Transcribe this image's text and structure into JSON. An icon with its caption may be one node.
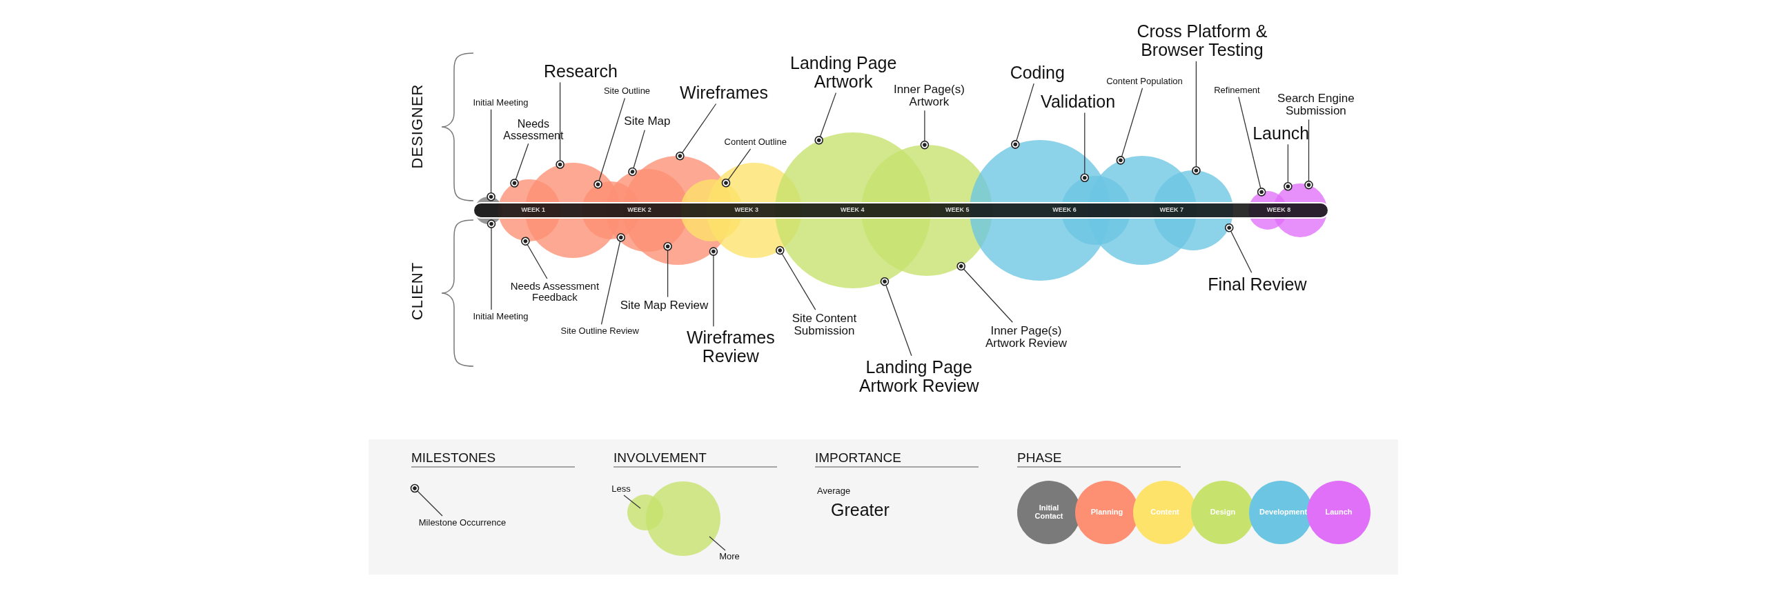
{
  "diagram": {
    "nodes": [
      {
        "text": [
          "Initial Meeting"
        ]
      },
      {
        "text": [
          "Needs Assessment"
        ]
      },
      {
        "text": [
          "Research"
        ]
      },
      {
        "text": [
          "Site Outline"
        ]
      },
      {
        "text": [
          "Site Map"
        ]
      },
      {
        "text": [
          "Wireframes"
        ]
      },
      {
        "text": [
          "Content Outline"
        ]
      },
      {
        "text": [
          "Landing Page Artwork"
        ]
      },
      {
        "text": [
          "Inner Page(s) Artwork"
        ]
      },
      {
        "text": [
          "Coding"
        ]
      },
      {
        "text": [
          "Validation"
        ]
      },
      {
        "text": [
          "Content Population"
        ]
      },
      {
        "text": [
          "Cross Platform & Browser Testing"
        ]
      },
      {
        "text": [
          "Refinement"
        ]
      },
      {
        "text": [
          "Launch"
        ]
      },
      {
        "text": [
          "Search Engine Submission"
        ]
      },
      {
        "text": [
          "Initial Meeting"
        ]
      },
      {
        "text": [
          "Needs Assessment Feedback"
        ]
      },
      {
        "text": [
          "Site Outline Review"
        ]
      },
      {
        "text": [
          "Site Map Review"
        ]
      },
      {
        "text": [
          "Wireframes Review"
        ]
      },
      {
        "text": [
          "Site Content Submission"
        ]
      },
      {
        "text": [
          "Landing Page Artwork Review"
        ]
      },
      {
        "text": [
          "Inner Page(s) Artwork Review"
        ]
      },
      {
        "text": [
          "Final Review"
        ]
      },
      {
        "text": [],
        "shape": "circle"
      },
      {
        "text": [],
        "shape": "circle"
      },
      {
        "text": [],
        "shape": "circle"
      },
      {
        "text": [],
        "shape": "circle"
      },
      {
        "text": [],
        "shape": "circle"
      },
      {
        "text": [],
        "shape": "circle"
      },
      {
        "text": [],
        "shape": "circle"
      },
      {
        "text": [],
        "shape": "circle"
      },
      {
        "text": [],
        "shape": "circle"
      },
      {
        "text": [],
        "shape": "circle"
      },
      {
        "text": [],
        "shape": "circle"
      },
      {
        "text": [],
        "shape": "circle"
      },
      {
        "text": [],
        "shape": "circle"
      },
      {
        "text": [],
        "shape": "circle"
      },
      {
        "text": [],
        "shape": "circle"
      },
      {
        "text": [],
        "shape": "circle"
      }
    ],
    "edges": [
      {
        "from": 0,
        "to": 25,
        "arrow": "other"
      },
      {
        "from": 1,
        "to": 26,
        "arrow": "other"
      },
      {
        "from": 2,
        "to": 27,
        "arrow": "other"
      },
      {
        "from": 3,
        "to": 28,
        "arrow": "other"
      },
      {
        "from": 4,
        "to": 29,
        "arrow": "other"
      },
      {
        "from": 5,
        "to": 30,
        "arrow": "other"
      },
      {
        "from": 6,
        "to": 31,
        "arrow": "other"
      },
      {
        "from": 7,
        "to": 33,
        "arrow": "other"
      },
      {
        "from": 8,
        "to": 34,
        "arrow": "other"
      },
      {
        "from": 9,
        "to": 35,
        "arrow": "other"
      },
      {
        "from": 10,
        "to": 36,
        "arrow": "other"
      },
      {
        "from": 11,
        "to": 37,
        "arrow": "other"
      },
      {
        "from": 12,
        "to": 38,
        "arrow": "other"
      },
      {
        "from": 13,
        "to": 39,
        "arrow": "other"
      },
      {
        "from": 14,
        "to": 40,
        "arrow": "other"
      },
      {
        "from": 15,
        "to": 40,
        "arrow": "other"
      },
      {
        "from": 16,
        "to": 25,
        "arrow": "other"
      },
      {
        "from": 17,
        "to": 26,
        "arrow": "other"
      },
      {
        "from": 18,
        "to": 28,
        "arrow": "other"
      },
      {
        "from": 19,
        "to": 29,
        "arrow": "other"
      },
      {
        "from": 20,
        "to": 30,
        "arrow": "other"
      },
      {
        "from": 21,
        "to": 32,
        "arrow": "other"
      },
      {
        "from": 22,
        "to": 33,
        "arrow": "other"
      },
      {
        "from": 23,
        "to": 34,
        "arrow": "other"
      },
      {
        "from": 24,
        "to": 38,
        "arrow": "other"
      }
    ],
    "labels": [
      "DESIGNER",
      "WEEK 1",
      "WEEK 2",
      "WEEK 3",
      "WEEK 4",
      "WEEK 5",
      "WEEK 6",
      "WEEK 7",
      "WEEK 8",
      "CLIENT",
      "MILESTONES",
      "INVOLVEMENT",
      "IMPORTANCE",
      "PHASE"
    ],
    "legend": [
      {
        "text": "Milestone Occurrence"
      },
      {
        "text": "Less"
      },
      {
        "text": "More"
      },
      {
        "text": "Average"
      },
      {
        "text": "Greater"
      },
      {
        "text": "Initial Contact",
        "color": "#7a7a7a"
      },
      {
        "text": "Planning",
        "color": "#fd8f73"
      },
      {
        "text": "Content",
        "color": "#fde36a"
      },
      {
        "text": "Design",
        "color": "#c7e26d"
      },
      {
        "text": "Development",
        "color": "#6cc5e3"
      },
      {
        "text": "Launch",
        "color": "#e070f8"
      }
    ]
  }
}
